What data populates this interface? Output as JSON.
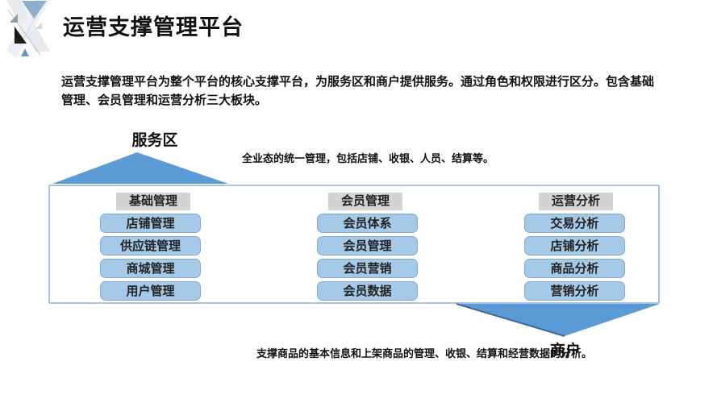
{
  "slide": {
    "title": "运营支撑管理平台",
    "description": "运营支撑管理平台为整个平台的核心支撑平台，为服务区和商户提供服务。通过角色和权限进行区分。包含基础管理、会员管理和运营分析三大板块。",
    "service_zone": {
      "label": "服务区",
      "caption": "全业态的统一管理，包括店铺、收银、人员、结算等。"
    },
    "merchant": {
      "label": "商户",
      "caption": "支撑商品的基本信息和上架商品的管理、收银、结算和经营数据的分析。"
    },
    "columns": [
      {
        "header": "基础管理",
        "items": [
          "店铺管理",
          "供应链管理",
          "商城管理",
          "用户管理"
        ]
      },
      {
        "header": "会员管理",
        "items": [
          "会员体系",
          "会员管理",
          "会员营销",
          "会员数据"
        ]
      },
      {
        "header": "运营分析",
        "items": [
          "交易分析",
          "店铺分析",
          "商品分析",
          "营销分析"
        ]
      }
    ],
    "colors": {
      "triangle_blue": "#5B9BD5",
      "triangle_edge": "#3D6B99",
      "item_fill": "#A6C9E8",
      "item_border": "#7FA8D0",
      "header_bg": "#D4D4D4",
      "box_border": "#A9C2E0",
      "text": "#111111"
    }
  }
}
